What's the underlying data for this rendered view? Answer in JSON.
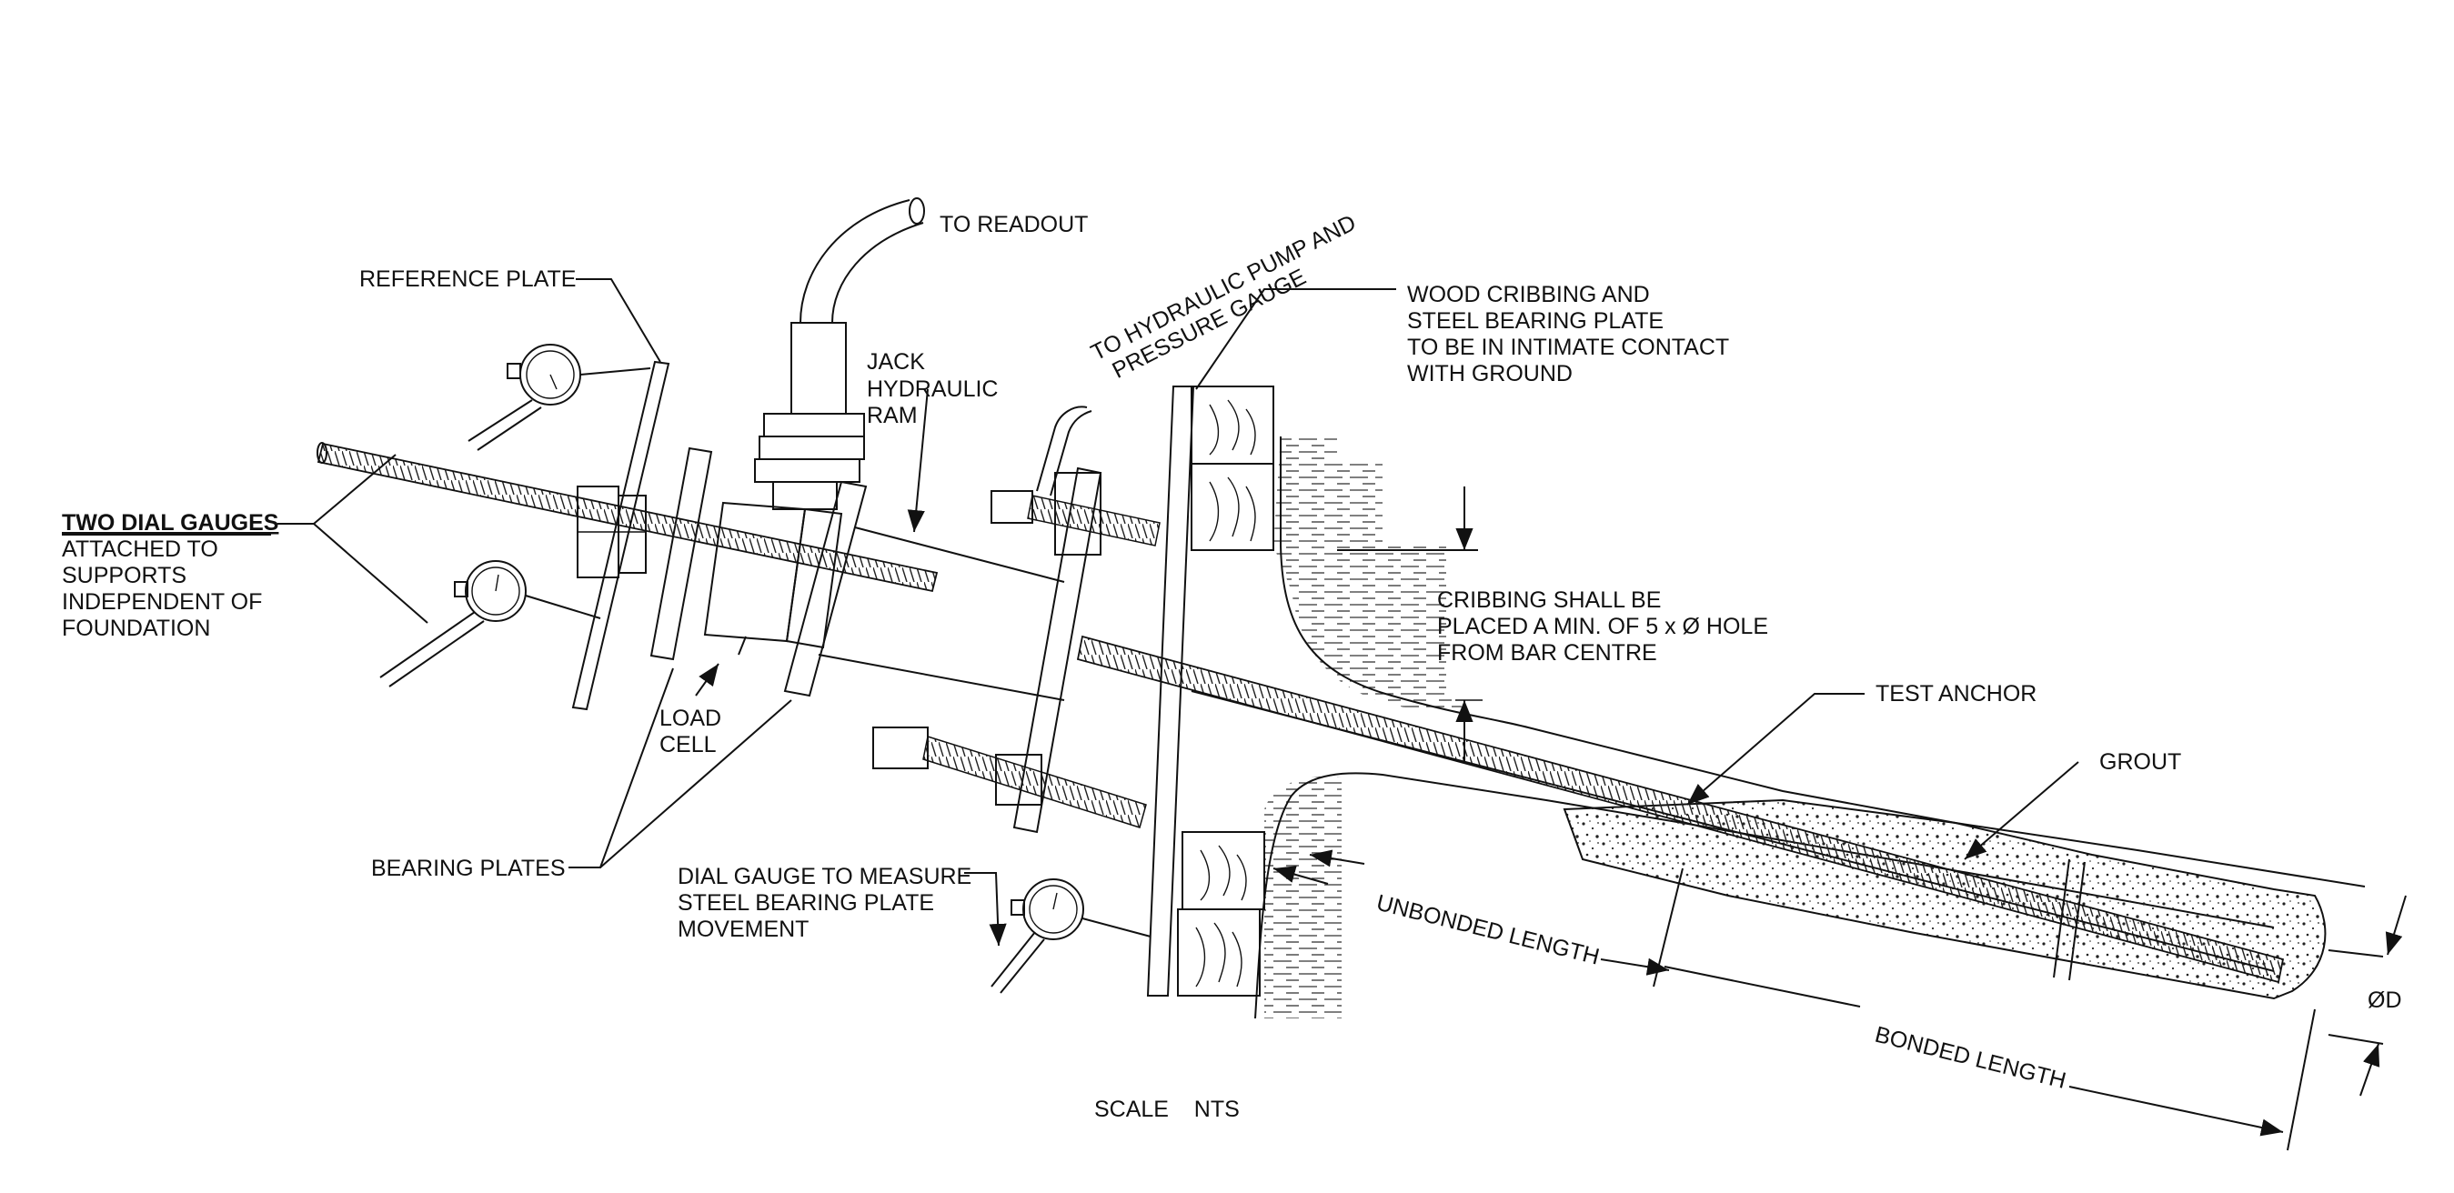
{
  "title": "Anchor Test Setup Detail",
  "labels": {
    "to_readout": "TO READOUT",
    "reference_plate": "REFERENCE PLATE",
    "to_hydraulic_1": "TO HYDRAULIC PUMP AND",
    "to_hydraulic_2": "PRESSURE GAUGE",
    "wood_cribbing_1": "WOOD CRIBBING AND",
    "wood_cribbing_2": "STEEL BEARING PLATE",
    "wood_cribbing_3": "TO BE IN INTIMATE CONTACT",
    "wood_cribbing_4": "WITH GROUND",
    "jack_1": "JACK",
    "jack_2": "HYDRAULIC",
    "jack_3": "RAM",
    "two_dial_gauges": "TWO DIAL GAUGES",
    "two_dial_2": "ATTACHED TO",
    "two_dial_3": "SUPPORTS",
    "two_dial_4": "INDEPENDENT OF",
    "two_dial_5": "FOUNDATION",
    "cribbing_note_1": "CRIBBING SHALL BE",
    "cribbing_note_2": "PLACED A MIN. OF 5 x Ø HOLE",
    "cribbing_note_3": "FROM BAR CENTRE",
    "test_anchor": "TEST ANCHOR",
    "grout": "GROUT",
    "load_cell_1": "LOAD",
    "load_cell_2": "CELL",
    "bearing_plates": "BEARING PLATES",
    "dial_gauge_plate_1": "DIAL GAUGE TO MEASURE",
    "dial_gauge_plate_2": "STEEL BEARING PLATE",
    "dial_gauge_plate_3": "MOVEMENT",
    "unbonded_length": "UNBONDED LENGTH",
    "bonded_length": "BONDED LENGTH",
    "diameter": "ØD",
    "scale": "SCALE    NTS"
  }
}
